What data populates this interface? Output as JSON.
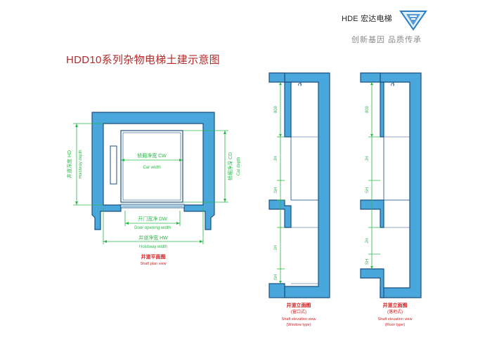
{
  "header": {
    "brand": "HDE 宏达电梯",
    "slogan": "创新基因 品质传承",
    "logo_icon": "hongda-logo-icon"
  },
  "title": "HDD10系列杂物电梯土建示意图",
  "plan": {
    "hd_cn": "井道深度 HD",
    "hd_en": "Hoistway depth",
    "cw_cn": "轿厢净宽 CW",
    "cw_en": "Car width",
    "cd_cn": "轿厢净深 CD",
    "cd_en": "Car depth",
    "dw_cn": "开门宽净 DW",
    "dw_en": "Door opening width",
    "hw_cn": "井道净宽 HW",
    "hw_en": "Hoistway width",
    "caption_cn": "井道平面图",
    "caption_en": "Shaft plan view"
  },
  "elev_window": {
    "dim_800": "800",
    "dim_jh_top": "JH",
    "dim_sh_top": "SH",
    "dim_jh_bottom": "JH",
    "dim_sh_bottom": "SH",
    "caption_cn": "井道立面图",
    "caption_type_cn": "(窗口式)",
    "caption_en": "Shaft elevation view",
    "caption_type_en": "(Window type)"
  },
  "elev_floor": {
    "dim_800": "800",
    "dim_jh_top": "JH",
    "dim_sh_top": "SH",
    "dim_jh_bottom": "JH",
    "dim_sh_bottom": "SH",
    "caption_cn": "井道立面图",
    "caption_type_cn": "(落地式)",
    "caption_en": "Shaft elevation view",
    "caption_type_en": "(Floor type)"
  },
  "colors": {
    "wall_fill": "#4aa7dc",
    "wall_stroke": "#1a4f80",
    "dimension": "#2bb84a",
    "caption": "#d42020",
    "title": "#b22a2a"
  }
}
